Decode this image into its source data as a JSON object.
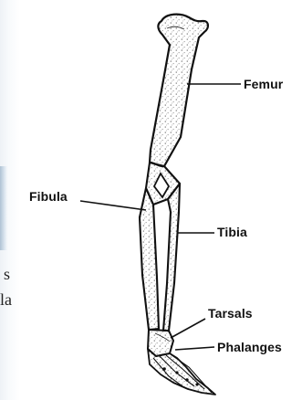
{
  "diagram": {
    "labels": {
      "femur": "Femur",
      "fibula": "Fibula",
      "tibia": "Tibia",
      "tarsals": "Tarsals",
      "phalanges": "Phalanges"
    },
    "page_fragments": {
      "line_1": "s",
      "line_2": "la"
    }
  }
}
